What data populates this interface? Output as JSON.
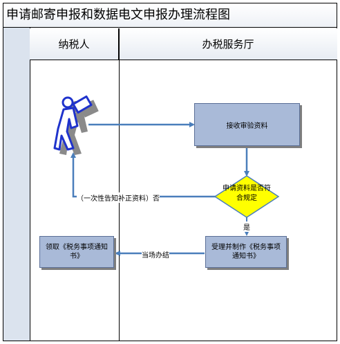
{
  "title": "申请邮寄申报和数据电文申报办理流程图",
  "lanes": {
    "taxpayer": "纳税人",
    "hall": "办税服务厅"
  },
  "steps": {
    "receive": "接收审验资料",
    "decision": "申请资料是否符合规定",
    "accept": "受理并制作《税务事项通知书》",
    "collect": "领取《税务事项通知书》"
  },
  "edges": {
    "no_label": "（一次性告知补正资料）否",
    "yes_label": "是",
    "onsite_label": "当场办结"
  },
  "colors": {
    "process_fill": "#a9bad8",
    "decision_fill": "#ffff00",
    "arrow": "#4a7ebb"
  },
  "icons": {
    "actor": "person-with-document-icon"
  }
}
